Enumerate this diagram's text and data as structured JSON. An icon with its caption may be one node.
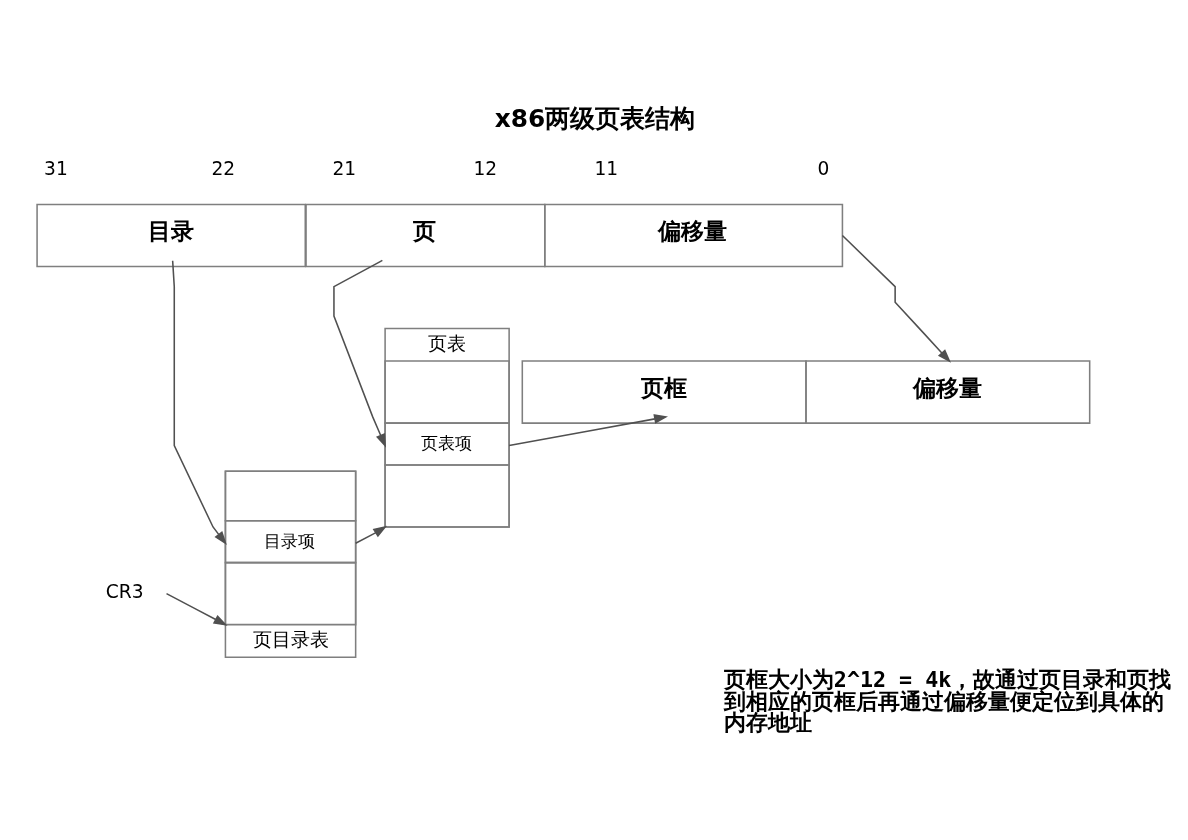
{
  "diagram": {
    "title": "x86两级页表结构",
    "nodes": [
      {
        "text": [
          "目录"
        ]
      },
      {
        "text": [
          "页"
        ]
      },
      {
        "text": [
          "偏移量"
        ]
      },
      {
        "text": [
          "页框"
        ]
      },
      {
        "text": [
          "偏移量"
        ]
      },
      {
        "text": [
          "页表"
        ]
      },
      {
        "text": [],
        "shape": "box",
        "in": 5
      },
      {
        "text": [
          "页表项"
        ],
        "in": 5
      },
      {
        "text": [],
        "shape": "box",
        "in": 5
      },
      {
        "text": [
          "页目录表"
        ]
      },
      {
        "text": [],
        "shape": "box",
        "in": 9
      },
      {
        "text": [
          "目录项"
        ],
        "in": 9
      },
      {
        "text": [],
        "shape": "box",
        "in": 9
      },
      {
        "text": [
          "CR3"
        ]
      }
    ],
    "edges": [
      {
        "from": 0,
        "to": 11,
        "arrow": "to"
      },
      {
        "from": 1,
        "to": 7,
        "arrow": "to"
      },
      {
        "from": 2,
        "to": 4,
        "arrow": "to"
      },
      {
        "from": 11,
        "to": 5,
        "arrow": "to"
      },
      {
        "from": 7,
        "to": 3,
        "arrow": "to"
      },
      {
        "from": 13,
        "to": 9,
        "arrow": "to"
      }
    ],
    "labels": [
      "31",
      "22",
      "21",
      "12",
      "11",
      "0",
      "页框大小为2^12 = 4k，故通过页目录和页找到相应的页框后再通过偏移量便定位到具体的内存地址"
    ]
  }
}
